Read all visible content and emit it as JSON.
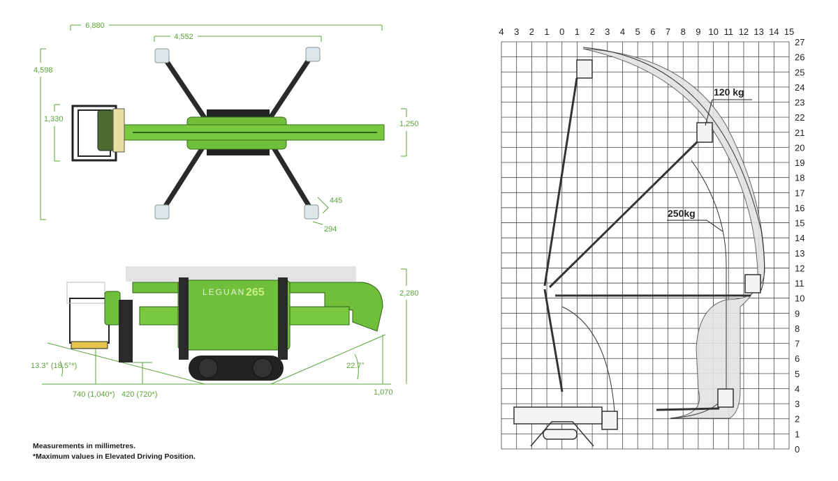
{
  "top_view": {
    "overall_length": "6,880",
    "outrigger_span": "4,552",
    "outrigger_width": "4,598",
    "basket_width": "1,330",
    "machine_width": "1,250",
    "pad_length": "445",
    "pad_width": "294"
  },
  "side_view": {
    "brand": "LEGUAN",
    "model": "265",
    "height": "2,280",
    "angle_front": "13.3° (18.5°*)",
    "angle_rear": "22.7°",
    "front_overhang": "740 (1,040*)",
    "clearance": "420 (720*)",
    "rear_height": "1,070"
  },
  "notes": {
    "line1": "Measurements in millimetres.",
    "line2": "*Maximum values in Elevated Driving Position."
  },
  "reach_chart": {
    "x_ticks": [
      "4",
      "3",
      "2",
      "1",
      "0",
      "1",
      "2",
      "3",
      "4",
      "5",
      "6",
      "7",
      "8",
      "9",
      "10",
      "11",
      "12",
      "13",
      "14",
      "15"
    ],
    "y_ticks": [
      "0",
      "1",
      "2",
      "3",
      "4",
      "5",
      "6",
      "7",
      "8",
      "9",
      "10",
      "11",
      "12",
      "13",
      "14",
      "15",
      "16",
      "17",
      "18",
      "19",
      "20",
      "21",
      "22",
      "23",
      "24",
      "25",
      "26",
      "27"
    ],
    "load_small": "120 kg",
    "load_large": "250kg"
  },
  "colors": {
    "machine_green": "#6fbf3a",
    "dimension_green": "#5ba33b",
    "envelope_fill": "#e3e3e3"
  }
}
